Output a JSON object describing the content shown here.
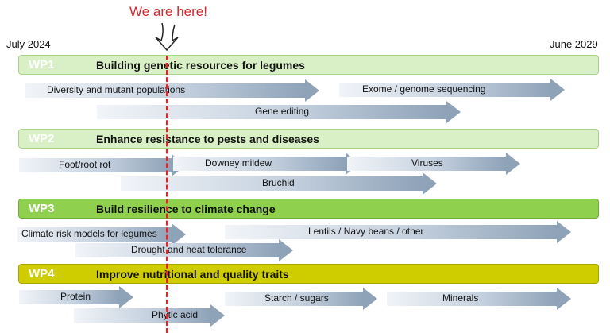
{
  "timeline": {
    "start": "July 2024",
    "end": "June 2029"
  },
  "marker": {
    "label": "We are here!",
    "color": "#e3262b"
  },
  "colors": {
    "wp_light": "#d9f0c7",
    "wp_mid": "#8fd14f",
    "wp_yellow": "#cfcd00",
    "arrow_dark": "#8ea2b8",
    "arrow_light": "#f1f4f8"
  },
  "work_packages": [
    {
      "code": "WP1",
      "title": "Building genetic resources for legumes",
      "tasks": [
        "Diversity and mutant populations",
        "Exome / genome sequencing",
        "Gene editing"
      ]
    },
    {
      "code": "WP2",
      "title": "Enhance resistance to pests and diseases",
      "tasks": [
        "Foot/root rot",
        "Downey mildew",
        "Viruses",
        "Bruchid"
      ]
    },
    {
      "code": "WP3",
      "title": "Build resilience to climate change",
      "tasks": [
        "Climate risk models for legumes",
        "Lentils / Navy beans / other",
        "Drought and heat tolerance"
      ]
    },
    {
      "code": "WP4",
      "title": "Improve nutritional and quality traits",
      "tasks": [
        "Protein",
        "Starch / sugars",
        "Minerals",
        "Phytic acid"
      ]
    }
  ]
}
